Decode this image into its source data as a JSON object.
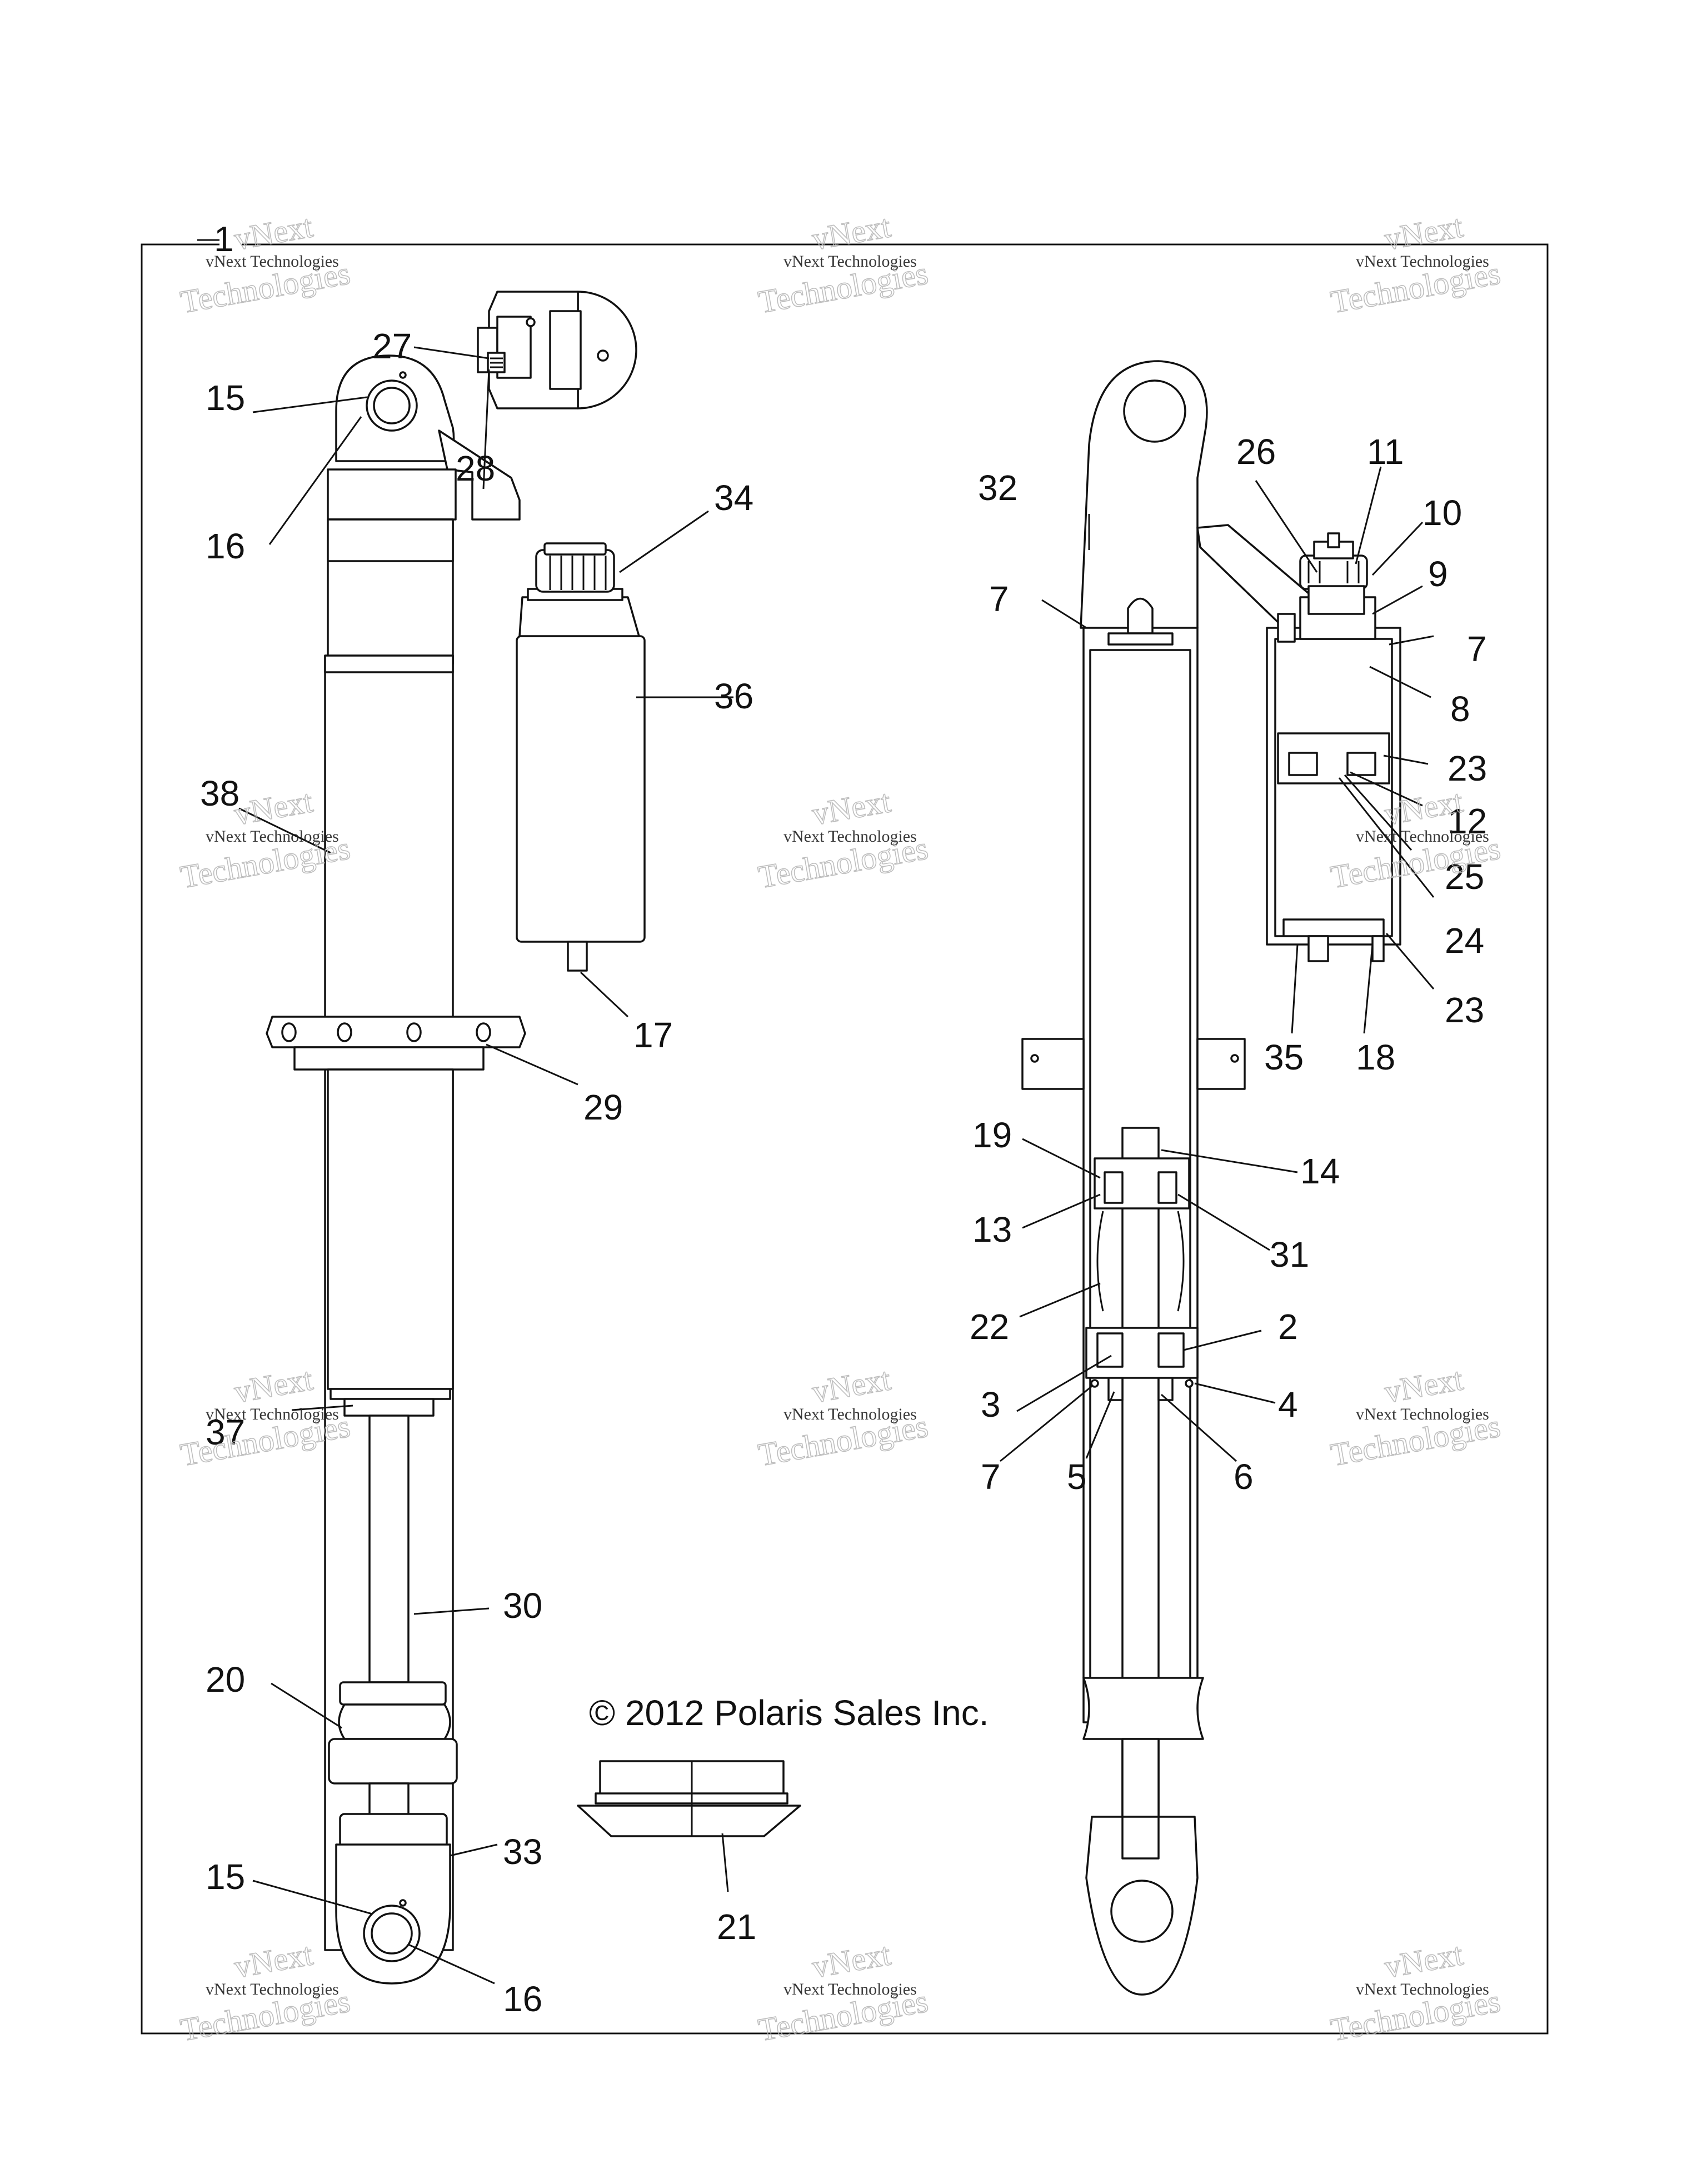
{
  "diagram": {
    "copyright": "© 2012 Polaris Sales Inc.",
    "watermark": {
      "line1": "vNext Technologies",
      "line2a": "vNext",
      "line2b": "Technologies"
    },
    "callouts": {
      "c1": "1",
      "c2": "2",
      "c3": "3",
      "c4": "4",
      "c5": "5",
      "c6": "6",
      "c7a": "7",
      "c7b": "7",
      "c7c": "7",
      "c8": "8",
      "c9": "9",
      "c10": "10",
      "c11": "11",
      "c12": "12",
      "c13": "13",
      "c14": "14",
      "c15a": "15",
      "c15b": "15",
      "c16a": "16",
      "c16b": "16",
      "c17": "17",
      "c18": "18",
      "c19": "19",
      "c20": "20",
      "c21": "21",
      "c22": "22",
      "c23a": "23",
      "c23b": "23",
      "c24": "24",
      "c25": "25",
      "c26": "26",
      "c27": "27",
      "c28": "28",
      "c29": "29",
      "c30": "30",
      "c31": "31",
      "c32": "32",
      "c33": "33",
      "c34": "34",
      "c35": "35",
      "c36": "36",
      "c37": "37",
      "c38": "38"
    }
  }
}
